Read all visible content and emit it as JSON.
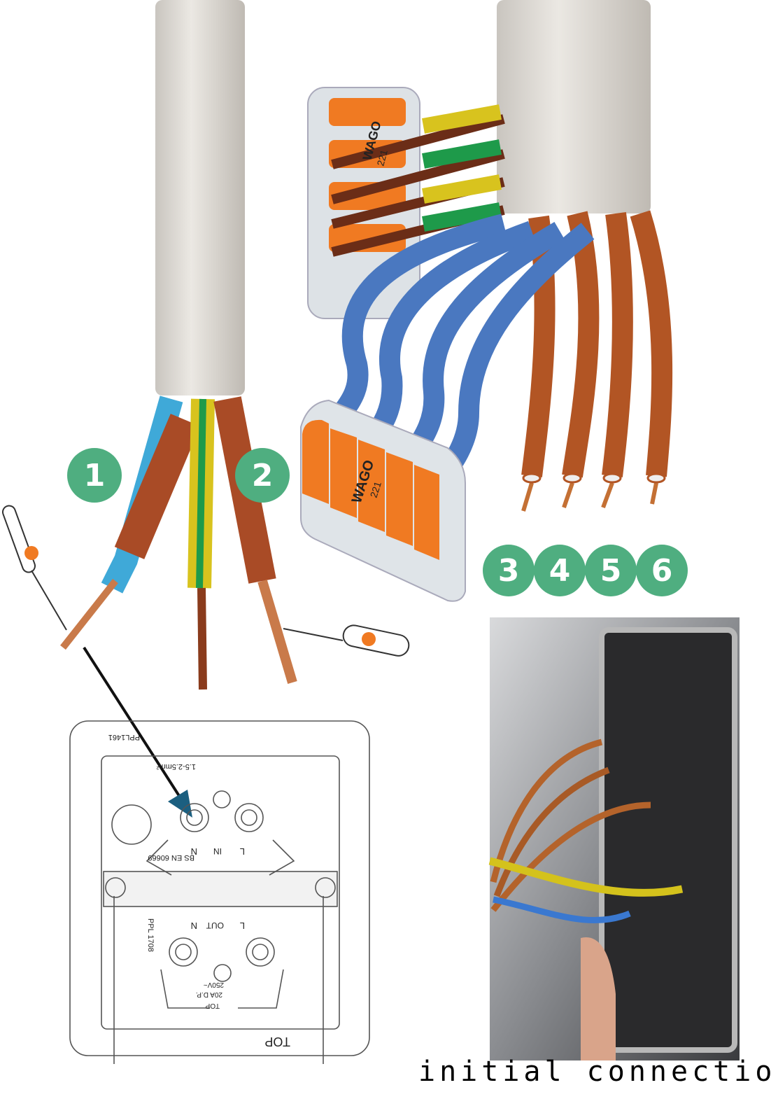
{
  "badges": [
    "1",
    "2",
    "3",
    "4",
    "5",
    "6"
  ],
  "caption": "initial connections",
  "connector_top": {
    "brand": "WAGO",
    "model": "221"
  },
  "connector_bottom": {
    "brand": "WAGO",
    "model": "221"
  },
  "switch_diagram": {
    "part_top": "PPL1461",
    "wire_size": "1.5-2.5mm²",
    "in_labels": [
      "N",
      "IN",
      "L"
    ],
    "standard": "BS EN 60669",
    "out_labels": [
      "N",
      "OUT",
      "L"
    ],
    "part_side": "PPL 1708",
    "voltage": "250V~",
    "rating": "20A D.P.",
    "top_label_inner": "TOP",
    "top_label_outer": "TOP"
  },
  "colors": {
    "badge": "#4fae80",
    "brown": "#b5542a",
    "blue": "#4a78c0",
    "orange": "#f07a22",
    "sheath": "#dcd8d2",
    "earth_green": "#1e9a4a",
    "earth_yellow": "#e0c020"
  }
}
